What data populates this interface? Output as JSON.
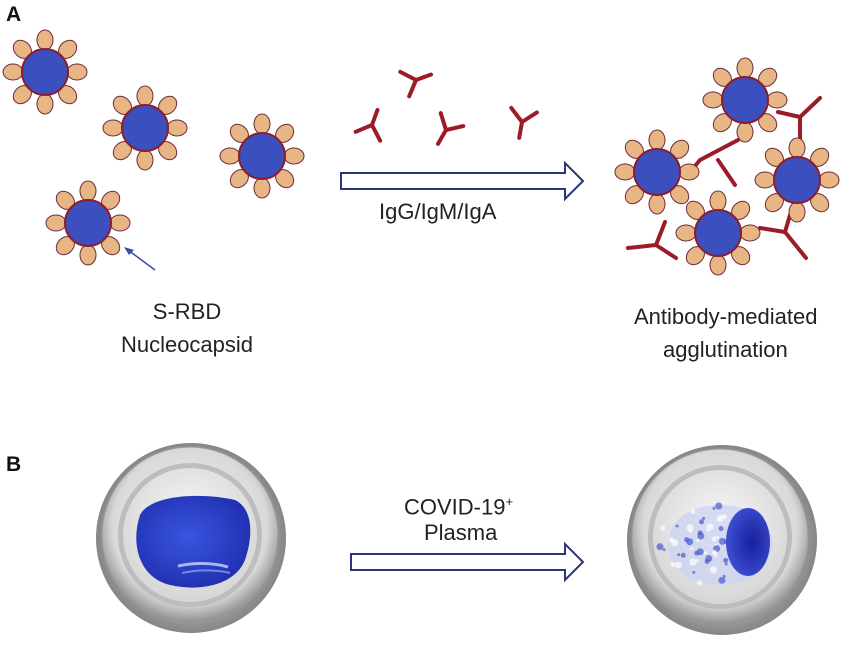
{
  "panelA": {
    "letter": "A",
    "arrow_label": "IgG/IgM/IgA",
    "particle_label_line1": "S-RBD",
    "particle_label_line2": "Nucleocapsid",
    "result_label_line1": "Antibody-mediated",
    "result_label_line2": "agglutination"
  },
  "panelB": {
    "letter": "B",
    "arrow_label_line1": "COVID-19",
    "arrow_label_sup": "+",
    "arrow_label_line2": "Plasma"
  },
  "colors": {
    "core": "#3c4fbe",
    "core_stroke": "#8a1f2e",
    "bead": "#e8b584",
    "bead_stroke": "#6a2a3a",
    "antibody": "#9b1c26",
    "arrow_stroke": "#2c3577",
    "well_blue": "#2c3fc4"
  }
}
